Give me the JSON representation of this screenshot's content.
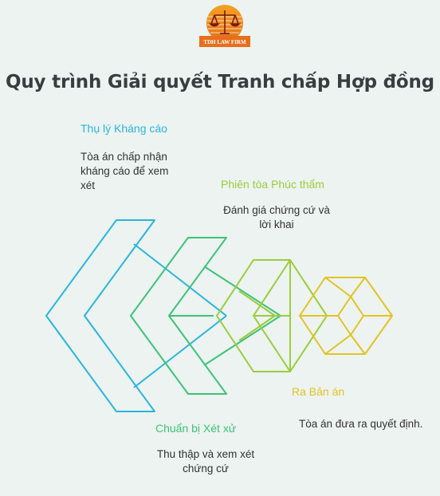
{
  "logo": {
    "text": "TDH LAW FIRM"
  },
  "title": "Quy trình Giải quyết Tranh chấp Hợp đồng",
  "steps": [
    {
      "title": "Thụ lý Kháng cáo",
      "desc": "Tòa án chấp nhận kháng cáo để xem xét",
      "color": "#2bb5dc"
    },
    {
      "title": "Chuẩn bị Xét xử",
      "desc": "Thu thập và xem xét chứng cứ",
      "color": "#3ec27a"
    },
    {
      "title": "Phiên tòa Phúc thẩm",
      "desc": "Đánh giá chứng cứ và lời khai",
      "color": "#9ccc3c"
    },
    {
      "title": "Ra Bản án",
      "desc": "Tòa án đưa ra quyết định.",
      "color": "#e3c324"
    }
  ]
}
